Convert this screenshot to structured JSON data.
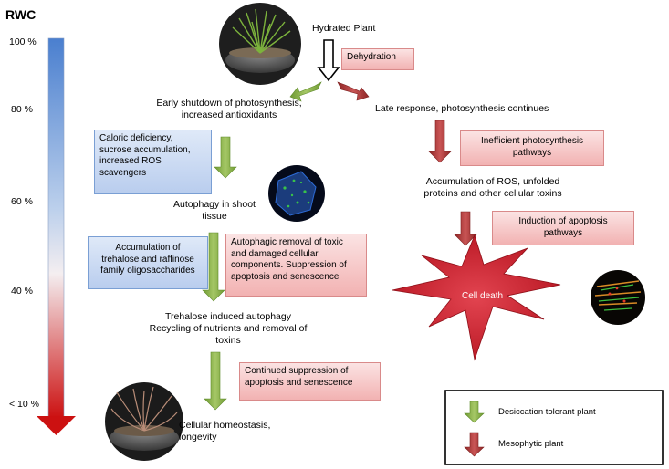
{
  "rwc": {
    "title": "RWC",
    "levels": [
      "100 %",
      "80 %",
      "60 %",
      "40 %",
      "< 10 %"
    ],
    "gradient_top": "#4a7fcf",
    "gradient_bottom": "#cc1111"
  },
  "top": {
    "hydrated": "Hydrated Plant",
    "dehydration": "Dehydration"
  },
  "left_path": {
    "step1": "Early shutdown of photosynthesis,\nincreased antioxidants",
    "box_caloric": "Caloric deficiency,\nsucrose accumulation,\nincreased ROS\nscavengers",
    "step2": "Autophagy in shoot\ntissue",
    "box_trehalose": "Accumulation of\ntrehalose and raffinose\nfamily oligosaccharides",
    "box_autophagic": "Autophagic removal of toxic\nand damaged cellular\ncomponents. Suppression of\napoptosis and senescence",
    "step3": "Trehalose induced autophagy\nRecycling of nutrients and removal of\ntoxins",
    "box_continued": "Continued  suppression of\napoptosis and senescence",
    "step4": "Cellular homeostasis,\nlongevity"
  },
  "right_path": {
    "step1": "Late response, photosynthesis continues",
    "box_inefficient": "Inefficient photosynthesis\npathways",
    "step2": "Accumulation of ROS, unfolded\nproteins and other cellular toxins",
    "box_apoptosis": "Induction of apoptosis\npathways",
    "cell_death": "Cell death"
  },
  "legend": {
    "tolerant": "Desiccation tolerant plant",
    "mesophytic": "Mesophytic plant"
  },
  "colors": {
    "green_arrow": "#8db04a",
    "red_arrow": "#b33a3a",
    "blue_box": "#c6d7f1",
    "red_box": "#f5c2c2",
    "cell_death_fill": "#d21f2b"
  }
}
